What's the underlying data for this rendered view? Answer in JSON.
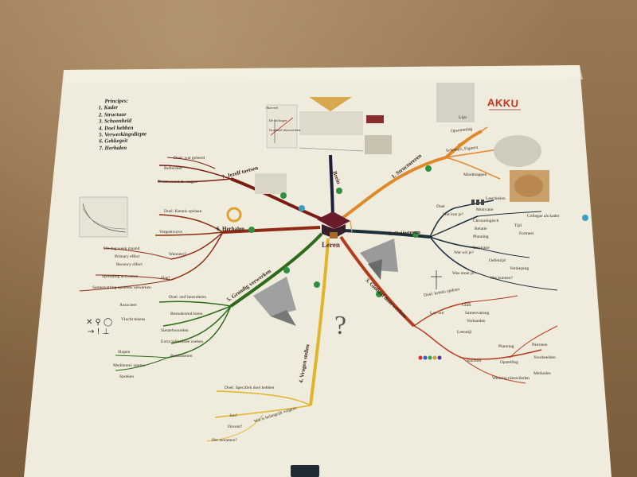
{
  "principles": {
    "title": "Principes:",
    "items": [
      "1. Kader",
      "2. Structuur",
      "3. Schoonheid",
      "4. Doel hebben",
      "5. Verwerkingsdiepte",
      "6. Gekkegeit",
      "7. Herhalen"
    ]
  },
  "logo": {
    "text": "AKKU"
  },
  "center": {
    "text": "Leren"
  },
  "branches": {
    "b1": "1. Structureren",
    "b2": "2. Oriënteren",
    "b3": "3. Globaal doorwerken",
    "b4": "4. Vragen stellen",
    "b5": "5. Grondig verwerken",
    "b6": "6. Herhalen",
    "b7": "7. Jezelf toetsen",
    "b8": "Brein"
  },
  "b1_labels": [
    "Opsomming",
    "Schema's, Figuren",
    "Mindmappen",
    "Lijst"
  ],
  "b2_labels": [
    "Doel",
    "Wat kun je?",
    "Wat wil je?",
    "Was moet je?",
    "Motivatie",
    "Chronologisch",
    "Relatie",
    "Planning",
    "Collegae als kader",
    "Tijd",
    "Leerdoelen",
    "Formeel",
    "Inspiratie",
    "Oefentijd",
    "Verdieping",
    "Het kunnen?"
  ],
  "b3_labels": [
    "Doel: kennis opdoen",
    "Lay-out",
    "Grafi",
    "Samenvatting",
    "Verbanden",
    "Leerstijl",
    "Stuctuur",
    "Planning",
    "Opstelling",
    "Werking nieuwlieden",
    "Patronen",
    "Voorbeelden",
    "Methodes"
  ],
  "b4_labels": [
    "Doel: Specifiek doel hebben",
    "Wat is belangrijk volgens",
    "Jou?",
    "Docent?",
    "Het tentamen?"
  ],
  "b5_labels": [
    "Doel: stof bestuderen",
    "Bestuderend lezen",
    "Associeer",
    "Vlucht tekens",
    "Sleutelwoorden",
    "Extra informatie zoeken",
    "Parafraseren",
    "Slopen",
    "Mediteren/ opeten",
    "Spreken"
  ],
  "b6_labels": [
    "Doel: Kennis opslaan",
    "Vergeetcurve",
    "Wanneer?",
    "Hoe?",
    "Uit dag week maand",
    "Primary effect",
    "Recency effect",
    "Spreading activation",
    "Samenvatting opnieuw uitwerken"
  ],
  "b7_labels": [
    "Doel: wat geleerd",
    "Reflecteer",
    "Beantwoord de vragen"
  ],
  "brain_labels": [
    "Hoeveel",
    "De lat hoger",
    "Gradueel doorwerken"
  ],
  "colors": {
    "paper": "#efecdd",
    "b1": "#e0892a",
    "b2": "#1c2f3d",
    "b3": "#b53a1d",
    "b4": "#e1b52a",
    "b5": "#2e6b1c",
    "b6": "#8e2a14",
    "b7": "#7a1d12",
    "b8": "#1b1f3a",
    "logo": "#d12a1a"
  }
}
